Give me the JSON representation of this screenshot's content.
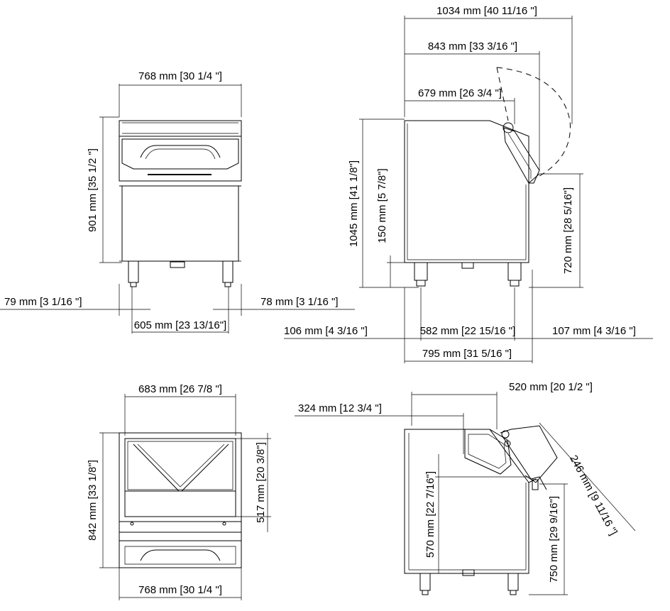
{
  "front_view": {
    "width_top": "768 mm [30 1/4 \"]",
    "height": "901 mm [35 1/2 \"]",
    "left_offset": "79 mm [3 1/16 \"]",
    "right_offset": "78 mm [3 1/16 \"]",
    "leg_spacing": "605 mm [23 13/16\"]"
  },
  "side_view": {
    "depth_open": "1034 mm [40 11/16 \"]",
    "depth_door": "843 mm [33 3/16 \"]",
    "depth_top": "679 mm [26 3/4 \"]",
    "overall_height": "1045 mm [41 1/8\"]",
    "leg_height": "150 mm [5 7/8\"]",
    "front_height": "720 mm [28 5/16\"]",
    "front_leg_offset": "106 mm [4 3/16 \"]",
    "leg_spacing": "582 mm [22 15/16 \"]",
    "rear_leg_offset": "107 mm [4 3/16 \"]",
    "base_depth": "795 mm [31 5/16 \"]"
  },
  "top_view": {
    "inner_width": "683 mm [26 7/8 \"]",
    "depth": "842 mm [33 1/8\"]",
    "inner_depth": "517 mm [20 3/8\"]",
    "width_bottom": "768 mm [30 1/4 \"]"
  },
  "section_view": {
    "opening_depth": "520 mm [20 1/2 \"]",
    "shelf_depth": "324 mm [12 3/4 \"]",
    "door_length": "246 mm [9 11/16 \"]",
    "inner_height": "570 mm [22 7/16\"]",
    "front_height": "750 mm [29 9/16\"]"
  }
}
